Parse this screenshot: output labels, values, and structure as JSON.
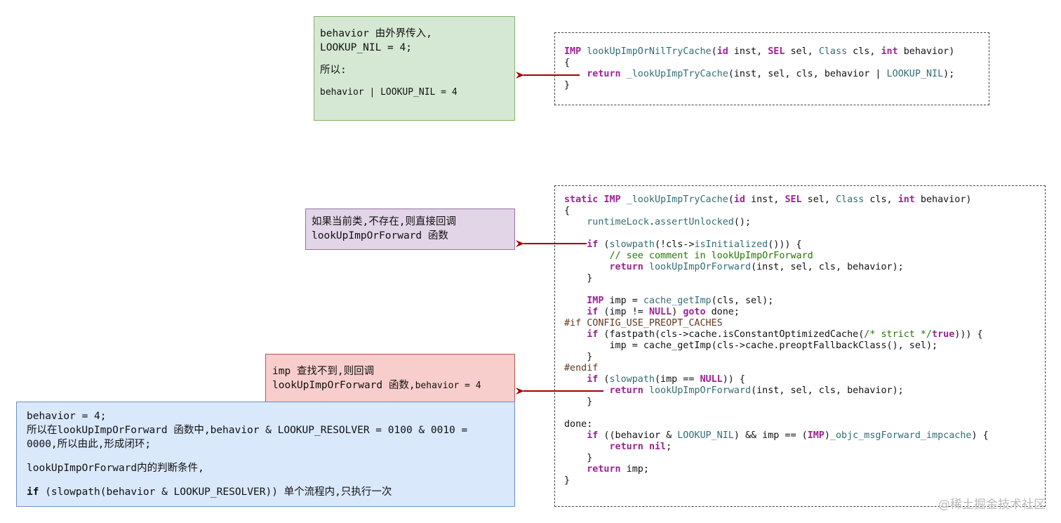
{
  "green_note": {
    "line1": "behavior 由外界传入,",
    "line2": "LOOKUP_NIL = 4;",
    "line3": "所以:",
    "line4": "behavior | LOOKUP_NIL = 4"
  },
  "purple_note": {
    "line1": "如果当前类,不存在,则直接回调",
    "line2": "lookUpImpOrForward 函数"
  },
  "red_note": {
    "line1": "imp 查找不到,则回调",
    "line2_main": "lookUpImpOrForward 函数,",
    "line2_small": "behavior = 4"
  },
  "blue_note": {
    "line1": "behavior = 4;",
    "line2": "所以在lookUpImpOrForward 函数中,behavior & LOOKUP_RESOLVER = 0100 & 0010 =",
    "line3": "0000,所以由此,形成闭环;",
    "line4": "lookUpImpOrForward内的判断条件,",
    "line5_kw": "if",
    "line5_rest": " (slowpath(behavior & LOOKUP_RESOLVER)) 单个流程内,只执行一次"
  },
  "code_block_1": {
    "lines": [
      [
        {
          "t": "IMP",
          "c": "kw"
        },
        {
          "t": " "
        },
        {
          "t": "lookUpImpOrNilTryCache",
          "c": "fn"
        },
        {
          "t": "("
        },
        {
          "t": "id",
          "c": "kw"
        },
        {
          "t": " inst, "
        },
        {
          "t": "SEL",
          "c": "kw"
        },
        {
          "t": " sel, "
        },
        {
          "t": "Class",
          "c": "fn"
        },
        {
          "t": " cls, "
        },
        {
          "t": "int",
          "c": "kw"
        },
        {
          "t": " behavior)"
        }
      ],
      [
        {
          "t": "{"
        }
      ],
      [
        {
          "t": "    "
        },
        {
          "t": "return",
          "c": "kw"
        },
        {
          "t": " "
        },
        {
          "t": "_lookUpImpTryCache",
          "c": "fn"
        },
        {
          "t": "(inst, sel, cls, behavior | "
        },
        {
          "t": "LOOKUP_NIL",
          "c": "fn"
        },
        {
          "t": ");"
        }
      ],
      [
        {
          "t": "}"
        }
      ]
    ]
  },
  "code_block_2": {
    "lines": [
      [
        {
          "t": "static",
          "c": "kw"
        },
        {
          "t": " "
        },
        {
          "t": "IMP",
          "c": "kw"
        },
        {
          "t": " "
        },
        {
          "t": "_lookUpImpTryCache",
          "c": "fn"
        },
        {
          "t": "("
        },
        {
          "t": "id",
          "c": "kw"
        },
        {
          "t": " inst, "
        },
        {
          "t": "SEL",
          "c": "kw"
        },
        {
          "t": " sel, "
        },
        {
          "t": "Class",
          "c": "fn"
        },
        {
          "t": " cls, "
        },
        {
          "t": "int",
          "c": "kw"
        },
        {
          "t": " behavior)"
        }
      ],
      [
        {
          "t": "{"
        }
      ],
      [
        {
          "t": "    "
        },
        {
          "t": "runtimeLock",
          "c": "fn"
        },
        {
          "t": "."
        },
        {
          "t": "assertUnlocked",
          "c": "fn"
        },
        {
          "t": "();"
        }
      ],
      [],
      [
        {
          "t": "    "
        },
        {
          "t": "if",
          "c": "kw"
        },
        {
          "t": " ("
        },
        {
          "t": "slowpath",
          "c": "fn"
        },
        {
          "t": "(!cls->"
        },
        {
          "t": "isInitialized",
          "c": "fn"
        },
        {
          "t": "())) {"
        }
      ],
      [
        {
          "t": "        "
        },
        {
          "t": "// see comment in lookUpImpOrForward",
          "c": "cm"
        }
      ],
      [
        {
          "t": "        "
        },
        {
          "t": "return",
          "c": "kw"
        },
        {
          "t": " "
        },
        {
          "t": "lookUpImpOrForward",
          "c": "fn"
        },
        {
          "t": "(inst, sel, cls, behavior);"
        }
      ],
      [
        {
          "t": "    }"
        }
      ],
      [],
      [
        {
          "t": "    "
        },
        {
          "t": "IMP",
          "c": "kw"
        },
        {
          "t": " imp = "
        },
        {
          "t": "cache_getImp",
          "c": "fn"
        },
        {
          "t": "(cls, sel);"
        }
      ],
      [
        {
          "t": "    "
        },
        {
          "t": "if",
          "c": "kw"
        },
        {
          "t": " (imp != "
        },
        {
          "t": "NULL",
          "c": "kw"
        },
        {
          "t": ") "
        },
        {
          "t": "goto",
          "c": "kw"
        },
        {
          "t": " done;"
        }
      ],
      [
        {
          "t": "#if CONFIG_USE_PREOPT_CACHES",
          "c": "pp"
        }
      ],
      [
        {
          "t": "    "
        },
        {
          "t": "if",
          "c": "kw"
        },
        {
          "t": " (fastpath(cls->cache.isConstantOptimizedCache("
        },
        {
          "t": "/* strict */",
          "c": "cm"
        },
        {
          "t": "true",
          "c": "kw"
        },
        {
          "t": "))) {"
        }
      ],
      [
        {
          "t": "        imp = cache_getImp(cls->cache.preoptFallbackClass(), sel);"
        }
      ],
      [
        {
          "t": "    }"
        }
      ],
      [
        {
          "t": "#endif",
          "c": "pp"
        }
      ],
      [
        {
          "t": "    "
        },
        {
          "t": "if",
          "c": "kw"
        },
        {
          "t": " ("
        },
        {
          "t": "slowpath",
          "c": "fn"
        },
        {
          "t": "(imp == "
        },
        {
          "t": "NULL",
          "c": "kw"
        },
        {
          "t": ")) {"
        }
      ],
      [
        {
          "t": "        "
        },
        {
          "t": "return",
          "c": "kw"
        },
        {
          "t": " "
        },
        {
          "t": "lookUpImpOrForward",
          "c": "fn"
        },
        {
          "t": "(inst, sel, cls, behavior);"
        }
      ],
      [
        {
          "t": "    }"
        }
      ],
      [],
      [
        {
          "t": "done:"
        }
      ],
      [
        {
          "t": "    "
        },
        {
          "t": "if",
          "c": "kw"
        },
        {
          "t": " ((behavior & "
        },
        {
          "t": "LOOKUP_NIL",
          "c": "fn"
        },
        {
          "t": ") && imp == ("
        },
        {
          "t": "IMP",
          "c": "kw"
        },
        {
          "t": ")"
        },
        {
          "t": "_objc_msgForward_impcache",
          "c": "fn"
        },
        {
          "t": ") {"
        }
      ],
      [
        {
          "t": "        "
        },
        {
          "t": "return",
          "c": "kw"
        },
        {
          "t": " "
        },
        {
          "t": "nil",
          "c": "kw"
        },
        {
          "t": ";"
        }
      ],
      [
        {
          "t": "    }"
        }
      ],
      [
        {
          "t": "    "
        },
        {
          "t": "return",
          "c": "kw"
        },
        {
          "t": " imp;"
        }
      ],
      [
        {
          "t": "}"
        }
      ]
    ]
  },
  "colors": {
    "arrow": "#a50000",
    "keyword": "#9b2393",
    "function": "#326d74",
    "comment": "#267507",
    "preprocessor": "#643820"
  },
  "watermark": "@稀土掘金技术社区"
}
